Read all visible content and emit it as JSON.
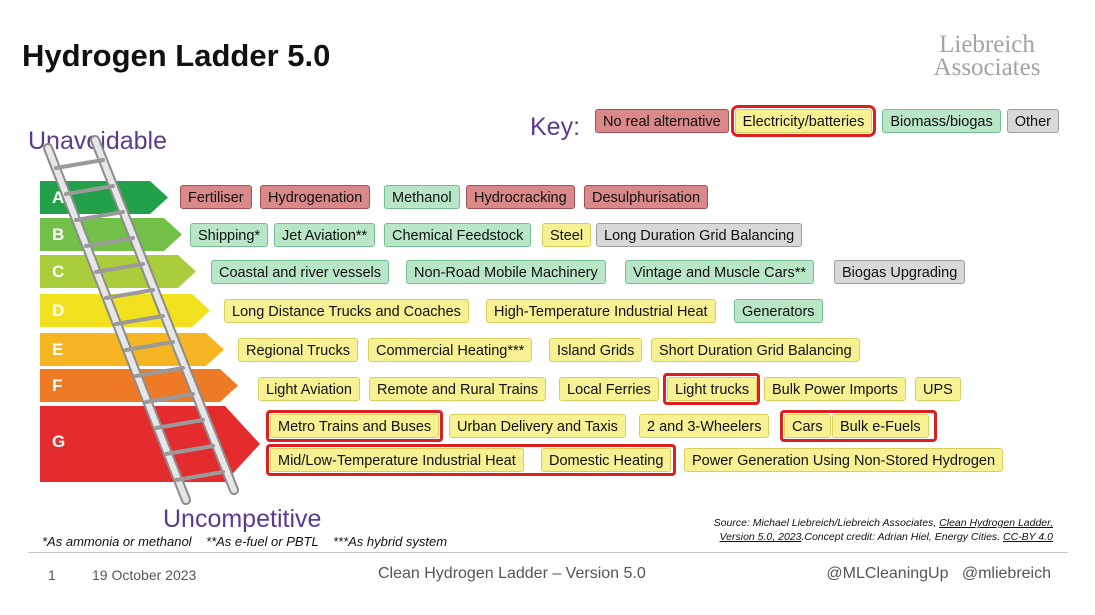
{
  "slide": {
    "title": "Hydrogen Ladder 5.0",
    "logo": {
      "line1": "Liebreich",
      "line2": "Associates"
    },
    "top_label": "Unavoidable",
    "bottom_label": "Uncompetitive",
    "key": {
      "label": "Key:",
      "items": [
        {
          "label": "No real alternative",
          "color": "#d9898a"
        },
        {
          "label": "Electricity/batteries",
          "color": "#f7f193"
        },
        {
          "label": "Biomass/biogas",
          "color": "#b8e6c7"
        },
        {
          "label": "Other",
          "color": "#d8d8d8"
        }
      ]
    },
    "rungs": [
      {
        "letter": "A",
        "color": "#22a04a"
      },
      {
        "letter": "B",
        "color": "#72c048"
      },
      {
        "letter": "C",
        "color": "#aacd3c"
      },
      {
        "letter": "D",
        "color": "#f1e11f"
      },
      {
        "letter": "E",
        "color": "#f6b624"
      },
      {
        "letter": "F",
        "color": "#ef7a26"
      },
      {
        "letter": "G",
        "color": "#e42c2f"
      }
    ],
    "rows": {
      "A": [
        "Fertiliser",
        "Hydrogenation",
        "Methanol",
        "Hydrocracking",
        "Desulphurisation"
      ],
      "B": [
        "Shipping*",
        "Jet Aviation**",
        "Chemical Feedstock",
        "Steel",
        "Long Duration Grid Balancing"
      ],
      "C": [
        "Coastal and river vessels",
        "Non-Road Mobile Machinery",
        "Vintage and Muscle Cars**",
        "Biogas Upgrading"
      ],
      "D": [
        "Long Distance Trucks and Coaches",
        "High-Temperature Industrial Heat",
        "Generators"
      ],
      "E": [
        "Regional Trucks",
        "Commercial Heating***",
        "Island Grids",
        "Short Duration Grid Balancing"
      ],
      "F": [
        "Light Aviation",
        "Remote and Rural Trains",
        "Local Ferries",
        "Light trucks",
        "Bulk Power Imports",
        "UPS"
      ],
      "G1": [
        "Metro Trains and Buses",
        "Urban Delivery and Taxis",
        "2 and 3-Wheelers",
        "Cars",
        "Bulk e-Fuels"
      ],
      "G2": [
        "Mid/Low-Temperature Industrial Heat",
        "Domestic Heating",
        "Power Generation Using Non-Stored Hydrogen"
      ]
    },
    "highlight_color": "#dc1f1f",
    "footnote": "*As ammonia or methanol    **As e-fuel or PBTL    ***As hybrid system",
    "source": {
      "prefix": "Source: Michael Liebreich/Liebreich Associates, ",
      "link1": "Clean Hydrogen Ladder,",
      "link2": "Version 5.0, 2023",
      "middle": ".Concept credit: Adrian Hiel, Energy Cities. ",
      "license": "CC-BY 4.0"
    },
    "footer": {
      "page": "1",
      "date": "19 October 2023",
      "center": "Clean Hydrogen Ladder – Version 5.0",
      "handles": "@MLCleaningUp   @mliebreich"
    }
  }
}
